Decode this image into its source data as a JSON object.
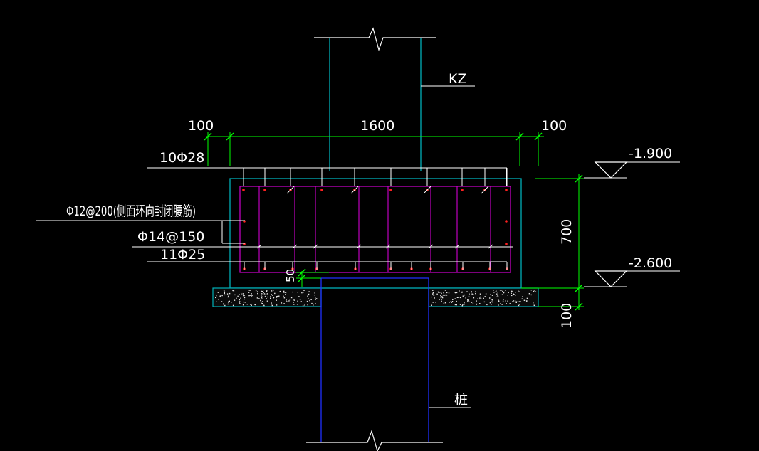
{
  "colors": {
    "background": "#000000",
    "column": "#00b0b8",
    "cap_outline": "#00b0b8",
    "rebar": "#d000d0",
    "pile": "#2030ff",
    "dimension": "#00ff00",
    "text": "#ffffff",
    "leader": "#ffffff",
    "rebar_dot": "#ff2020"
  },
  "labels": {
    "column": "KZ",
    "pile": "桩",
    "top_bars": "10Φ28",
    "side_bars": "Φ12@200(侧面环向封闭腰筋)",
    "stirrups": "Φ14@150",
    "bottom_bars": "11Φ25"
  },
  "dimensions": {
    "left_offset": "100",
    "cap_width": "1600",
    "right_offset": "100",
    "cap_depth": "700",
    "cushion_depth": "100",
    "pile_embed": "50"
  },
  "elevations": {
    "top": "-1.900",
    "bottom": "-2.600"
  }
}
